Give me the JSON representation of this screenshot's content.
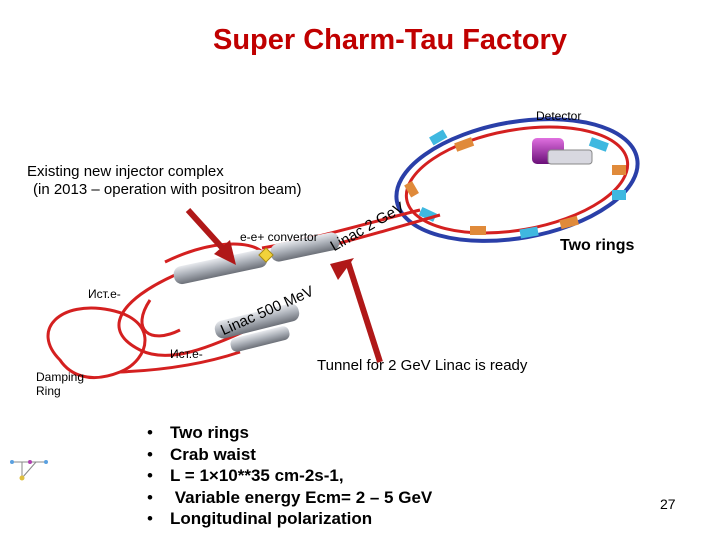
{
  "title": "Super Charm-Tau Factory",
  "labels": {
    "detector": "Detector",
    "injector_line1": "Existing new injector complex",
    "injector_line2": "(in 2013 – operation with positron beam)",
    "convertor": "e-e+ convertor",
    "linac_2gev": "Linac 2 GeV",
    "two_rings": "Two rings",
    "source_top": "Ист.e-",
    "linac_500": "Linac 500 MeV",
    "source_bottom": "Ист.e-",
    "tunnel": "Tunnel for 2 GeV Linac is ready",
    "damping_line1": "Damping",
    "damping_line2": "Ring"
  },
  "bullets": [
    "Two rings",
    "Crab waist",
    "L = 1×10**35 cm-2s-1,",
    " Variable energy Ecm= 2 – 5 GeV",
    "Longitudinal polarization"
  ],
  "bullet_symbol": "•",
  "page_number": "27",
  "colors": {
    "title": "#c00000",
    "beamline": "#d42020",
    "ring_outer": "#2a3fa8",
    "ring_inner": "#d42020",
    "detector": "#9a1aa0",
    "arrow": "#b01818",
    "linac": "#9aa0a8"
  }
}
